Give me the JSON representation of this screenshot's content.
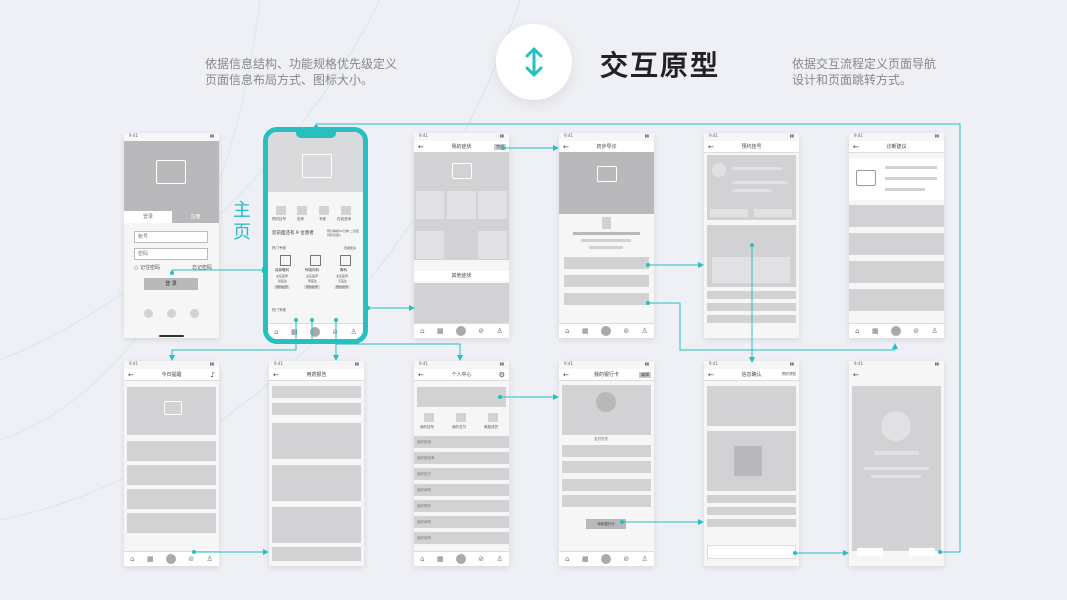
{
  "header": {
    "title": "交互原型",
    "icon": "vertical-arrows-icon",
    "note_left": "依据信息结构、功能规格优先级定义页面信息布局方式、图标大小。",
    "note_right": "依据交互流程定义页面导航设计和页面跳转方式。"
  },
  "side_label": "主页",
  "status_time": "9:41",
  "accent_color": "#27bfc0",
  "screens": {
    "login": {
      "tab_login": "登录",
      "tab_register": "注册",
      "field_account": "帐号",
      "field_password": "密码",
      "remember": "记住密码",
      "forgot": "忘记密码",
      "button": "登 录"
    },
    "home": {
      "quick": [
        "预约挂号",
        "查房",
        "专家",
        "在线咨询"
      ],
      "banner_a": "您前面还有 9 位患者",
      "banner_b": "预计等候30分钟 二诊室内科诊室1",
      "section_doctors": "热门专家",
      "more": "查看更多",
      "doctors": [
        {
          "dept": "耳鼻喉科",
          "title": "主任医师",
          "name": "张医生",
          "btn": "预约挂号"
        },
        {
          "dept": "呼吸内科",
          "title": "主任医师",
          "name": "李医生",
          "btn": "预约挂号"
        },
        {
          "dept": "骨科",
          "title": "主任医师",
          "name": "王医生",
          "btn": "预约挂号"
        }
      ],
      "section_hot": "热门专家"
    },
    "symptoms": {
      "title": "我的症状",
      "action": "完成",
      "other": "其他症状"
    },
    "guide": {
      "title": "初步导诊"
    },
    "appointment": {
      "title": "预约挂号"
    },
    "diagnosis": {
      "title": "诊断建议"
    },
    "reminder": {
      "title": "今日提醒"
    },
    "medication": {
      "title": "用药报告"
    },
    "profile": {
      "title": "个人中心",
      "stats": [
        "我的挂号",
        "我的支付",
        "家庭成员"
      ],
      "menu": [
        "我的医保",
        "我的报告单",
        "我的处方",
        "我的病例",
        "我的预约",
        "我的病例",
        "我的用药"
      ]
    },
    "bankcard": {
      "title": "我的银行卡",
      "action": "编辑",
      "payment": "支付方式",
      "add": "添加银行卡"
    },
    "confirm": {
      "title": "信息确认",
      "action": "预约须知"
    }
  }
}
